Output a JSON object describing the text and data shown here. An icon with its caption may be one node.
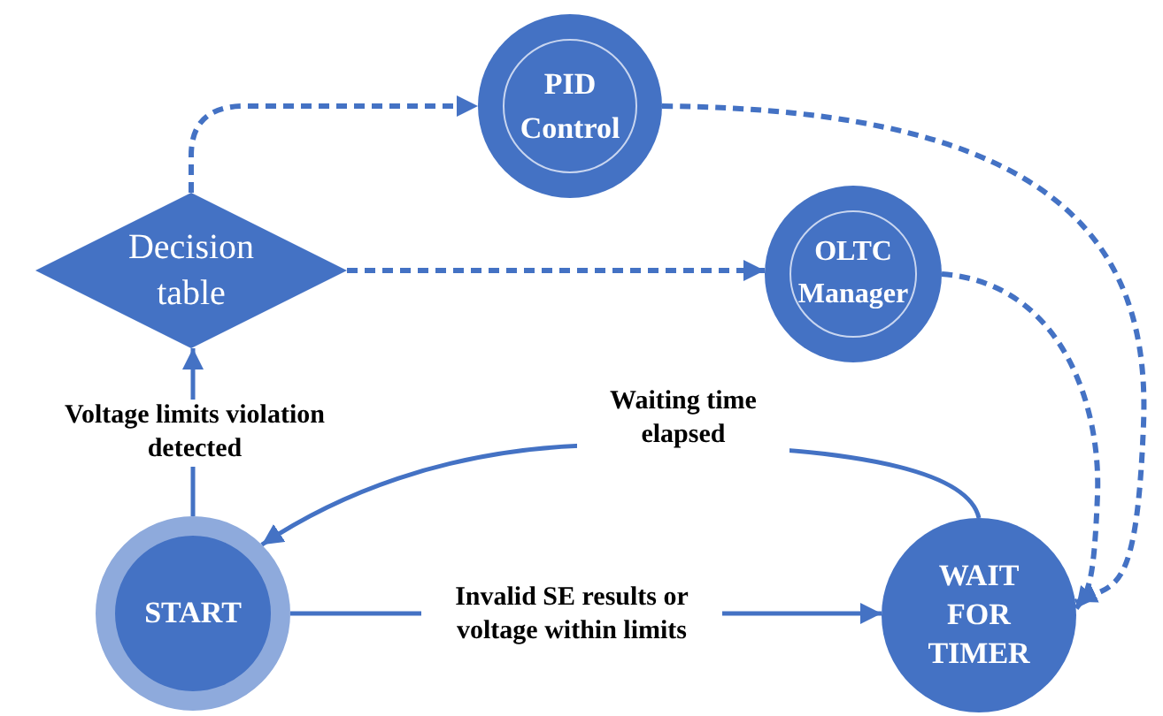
{
  "diagram": {
    "nodes": [
      {
        "text": [
          "PID Control"
        ]
      },
      {
        "text": [
          "Decision table"
        ]
      },
      {
        "text": [
          "OLTC Manager"
        ]
      },
      {
        "text": [
          "START"
        ]
      },
      {
        "text": [
          "WAIT FOR TIMER"
        ]
      }
    ],
    "edges": [
      {
        "from": 1,
        "to": 0,
        "arrow": "to",
        "style": "dashed"
      },
      {
        "from": 1,
        "to": 2,
        "arrow": "to",
        "style": "dashed"
      },
      {
        "from": 0,
        "to": 4,
        "arrow": "to",
        "style": "dashed"
      },
      {
        "from": 2,
        "to": 4,
        "arrow": "to",
        "style": "dashed"
      },
      {
        "from": 3,
        "to": 1,
        "arrow": "to",
        "label": "Voltage limits violation detected"
      },
      {
        "from": 4,
        "to": 3,
        "arrow": "to",
        "label": "Waiting time elapsed"
      },
      {
        "from": 3,
        "to": 4,
        "arrow": "to",
        "label": "Invalid SE results or voltage within limits"
      }
    ]
  }
}
